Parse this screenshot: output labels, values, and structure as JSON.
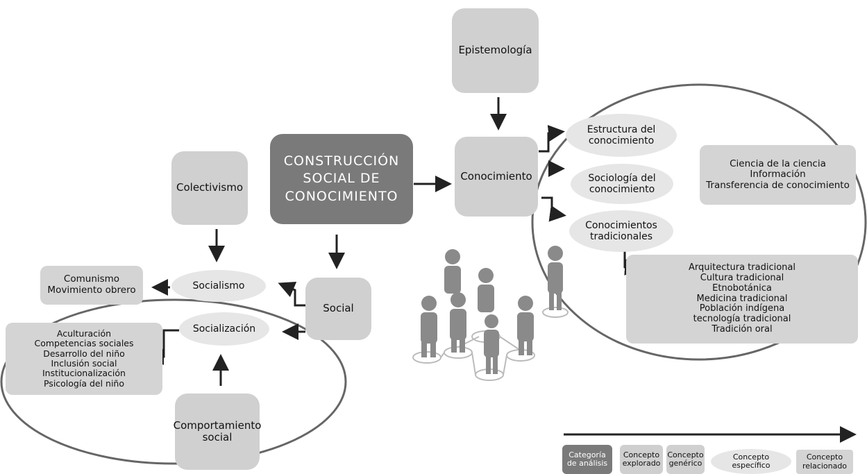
{
  "central": [
    "CONSTRUCCIÓN",
    "SOCIAL DE",
    "CONOCIMIENTO"
  ],
  "nodes": {
    "epistemologia": "Epistemología",
    "conocimiento": "Conocimiento",
    "colectivismo": "Colectivismo",
    "social": "Social",
    "socialismo": "Socialismo",
    "socializacion": "Socialización",
    "comportamiento": [
      "Comportamiento",
      "social"
    ],
    "estructura": [
      "Estructura del",
      "conocimiento"
    ],
    "sociologia": [
      "Sociología del",
      "conocimiento"
    ],
    "tradicionales": [
      "Conocimientos",
      "tradicionales"
    ]
  },
  "related": {
    "comunismo": [
      "Comunismo",
      "Movimiento obrero"
    ],
    "ciencia": [
      "Ciencia de la ciencia",
      "Información",
      "Transferencia de conocimiento"
    ],
    "aculturacion": [
      "Aculturación",
      "Competencias sociales",
      "Desarrollo del niño",
      "Inclusión social",
      "Institucionalización",
      "Psicología del niño"
    ],
    "tradicional": [
      "Arquitectura tradicional",
      "Cultura tradicional",
      "Etnobotánica",
      "Medicina tradicional",
      "Población indígena",
      "tecnología tradicional",
      "Tradición oral"
    ]
  },
  "legend": {
    "categoria": [
      "Categoría",
      "de análisis"
    ],
    "explorado": [
      "Concepto",
      "explorado"
    ],
    "generico": [
      "Concepto",
      "genérico"
    ],
    "especifico": [
      "Concepto",
      "específico"
    ],
    "relacionado": [
      "Concepto",
      "relacionado"
    ]
  }
}
